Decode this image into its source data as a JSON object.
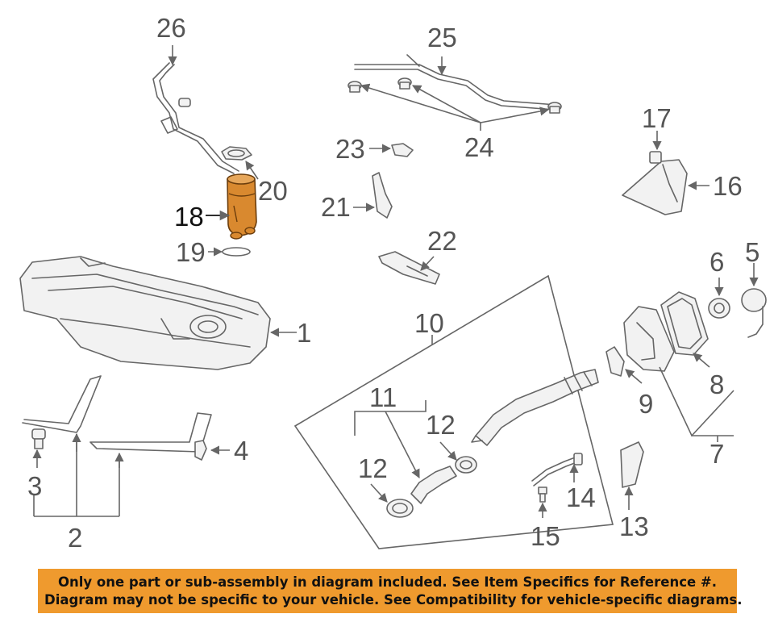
{
  "labels": {
    "n1": "1",
    "n2": "2",
    "n3": "3",
    "n4": "4",
    "n5": "5",
    "n6": "6",
    "n7": "7",
    "n8": "8",
    "n9": "9",
    "n10": "10",
    "n11": "11",
    "n12a": "12",
    "n12b": "12",
    "n13": "13",
    "n14": "14",
    "n15": "15",
    "n16": "16",
    "n17": "17",
    "n18": "18",
    "n19": "19",
    "n20": "20",
    "n21": "21",
    "n22": "22",
    "n23": "23",
    "n24": "24",
    "n25": "25",
    "n26": "26"
  },
  "highlight": {
    "part": "18",
    "color": "#d9892f"
  },
  "banner": {
    "line1": "Only one part or sub-assembly in diagram included. See Item Specifics for Reference #.",
    "line2": "Diagram may not be specific to your vehicle. See Compatibility for vehicle-specific diagrams.",
    "color": "#ef9a2e"
  }
}
